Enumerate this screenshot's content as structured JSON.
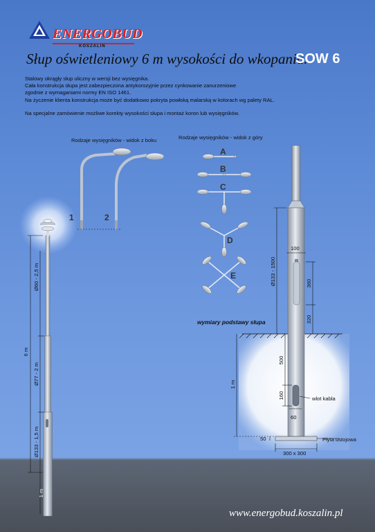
{
  "header": {
    "brand": "ENERGOBUD",
    "brand_sub": "KOSZALIN",
    "title": "Słup oświetleniowy 6 m wysokości do wkopania.",
    "product_code": "SOW 6"
  },
  "description": {
    "lines": [
      "Stalowy okrągły słup uliczny  w wersji bez wysięgnika.",
      "Cała konstrukcja słupa jest zabezpieczona antykorozyjnie przez cynkowanie zanurzeniowe",
      "zgodnie z wymaganiami normy  EN ISO 1461.",
      "Na życzenie klienta konstrukcja może być dodatkowo pokryta powłoką malarską w kolorach wg palety RAL."
    ],
    "note": "Na specjalne zamówienie możliwe korekty wysokości słupa  i montaż koron lub wysięgników."
  },
  "arms_side": {
    "heading": "Rodzaje wysięgników - widok z  boku",
    "labels": [
      "1",
      "2"
    ]
  },
  "arms_top": {
    "heading": "Rodzaje wysięgników - widok z  góry",
    "labels": [
      "A",
      "B",
      "C",
      "D",
      "E"
    ]
  },
  "pole_dims": {
    "total_height": "6 m",
    "seg_top": "Ø60 - 2,5 m",
    "seg_mid": "Ø77 - 2 m",
    "seg_bottom": "Ø133 - 1,5 m",
    "buried": "1 m"
  },
  "base": {
    "heading": "wymiary podstawy słupa",
    "dim_100": "100",
    "dim_diam": "Ø133 - 1500",
    "dim_360": "360",
    "dim_320": "320",
    "dim_500": "500",
    "dim_1m": "1 m",
    "dim_160": "160",
    "cable_inlet": "wlot kabla",
    "dim_60": "60",
    "dim_50": "50",
    "plate": "Płyta ustojowa",
    "plate_size": "300 x 300"
  },
  "footer": {
    "url": "www.energobud.koszalin.pl"
  },
  "colors": {
    "brand_red": "#e01d1d",
    "background_blue": "#5d8ad6",
    "ground": "#4a4f58"
  }
}
